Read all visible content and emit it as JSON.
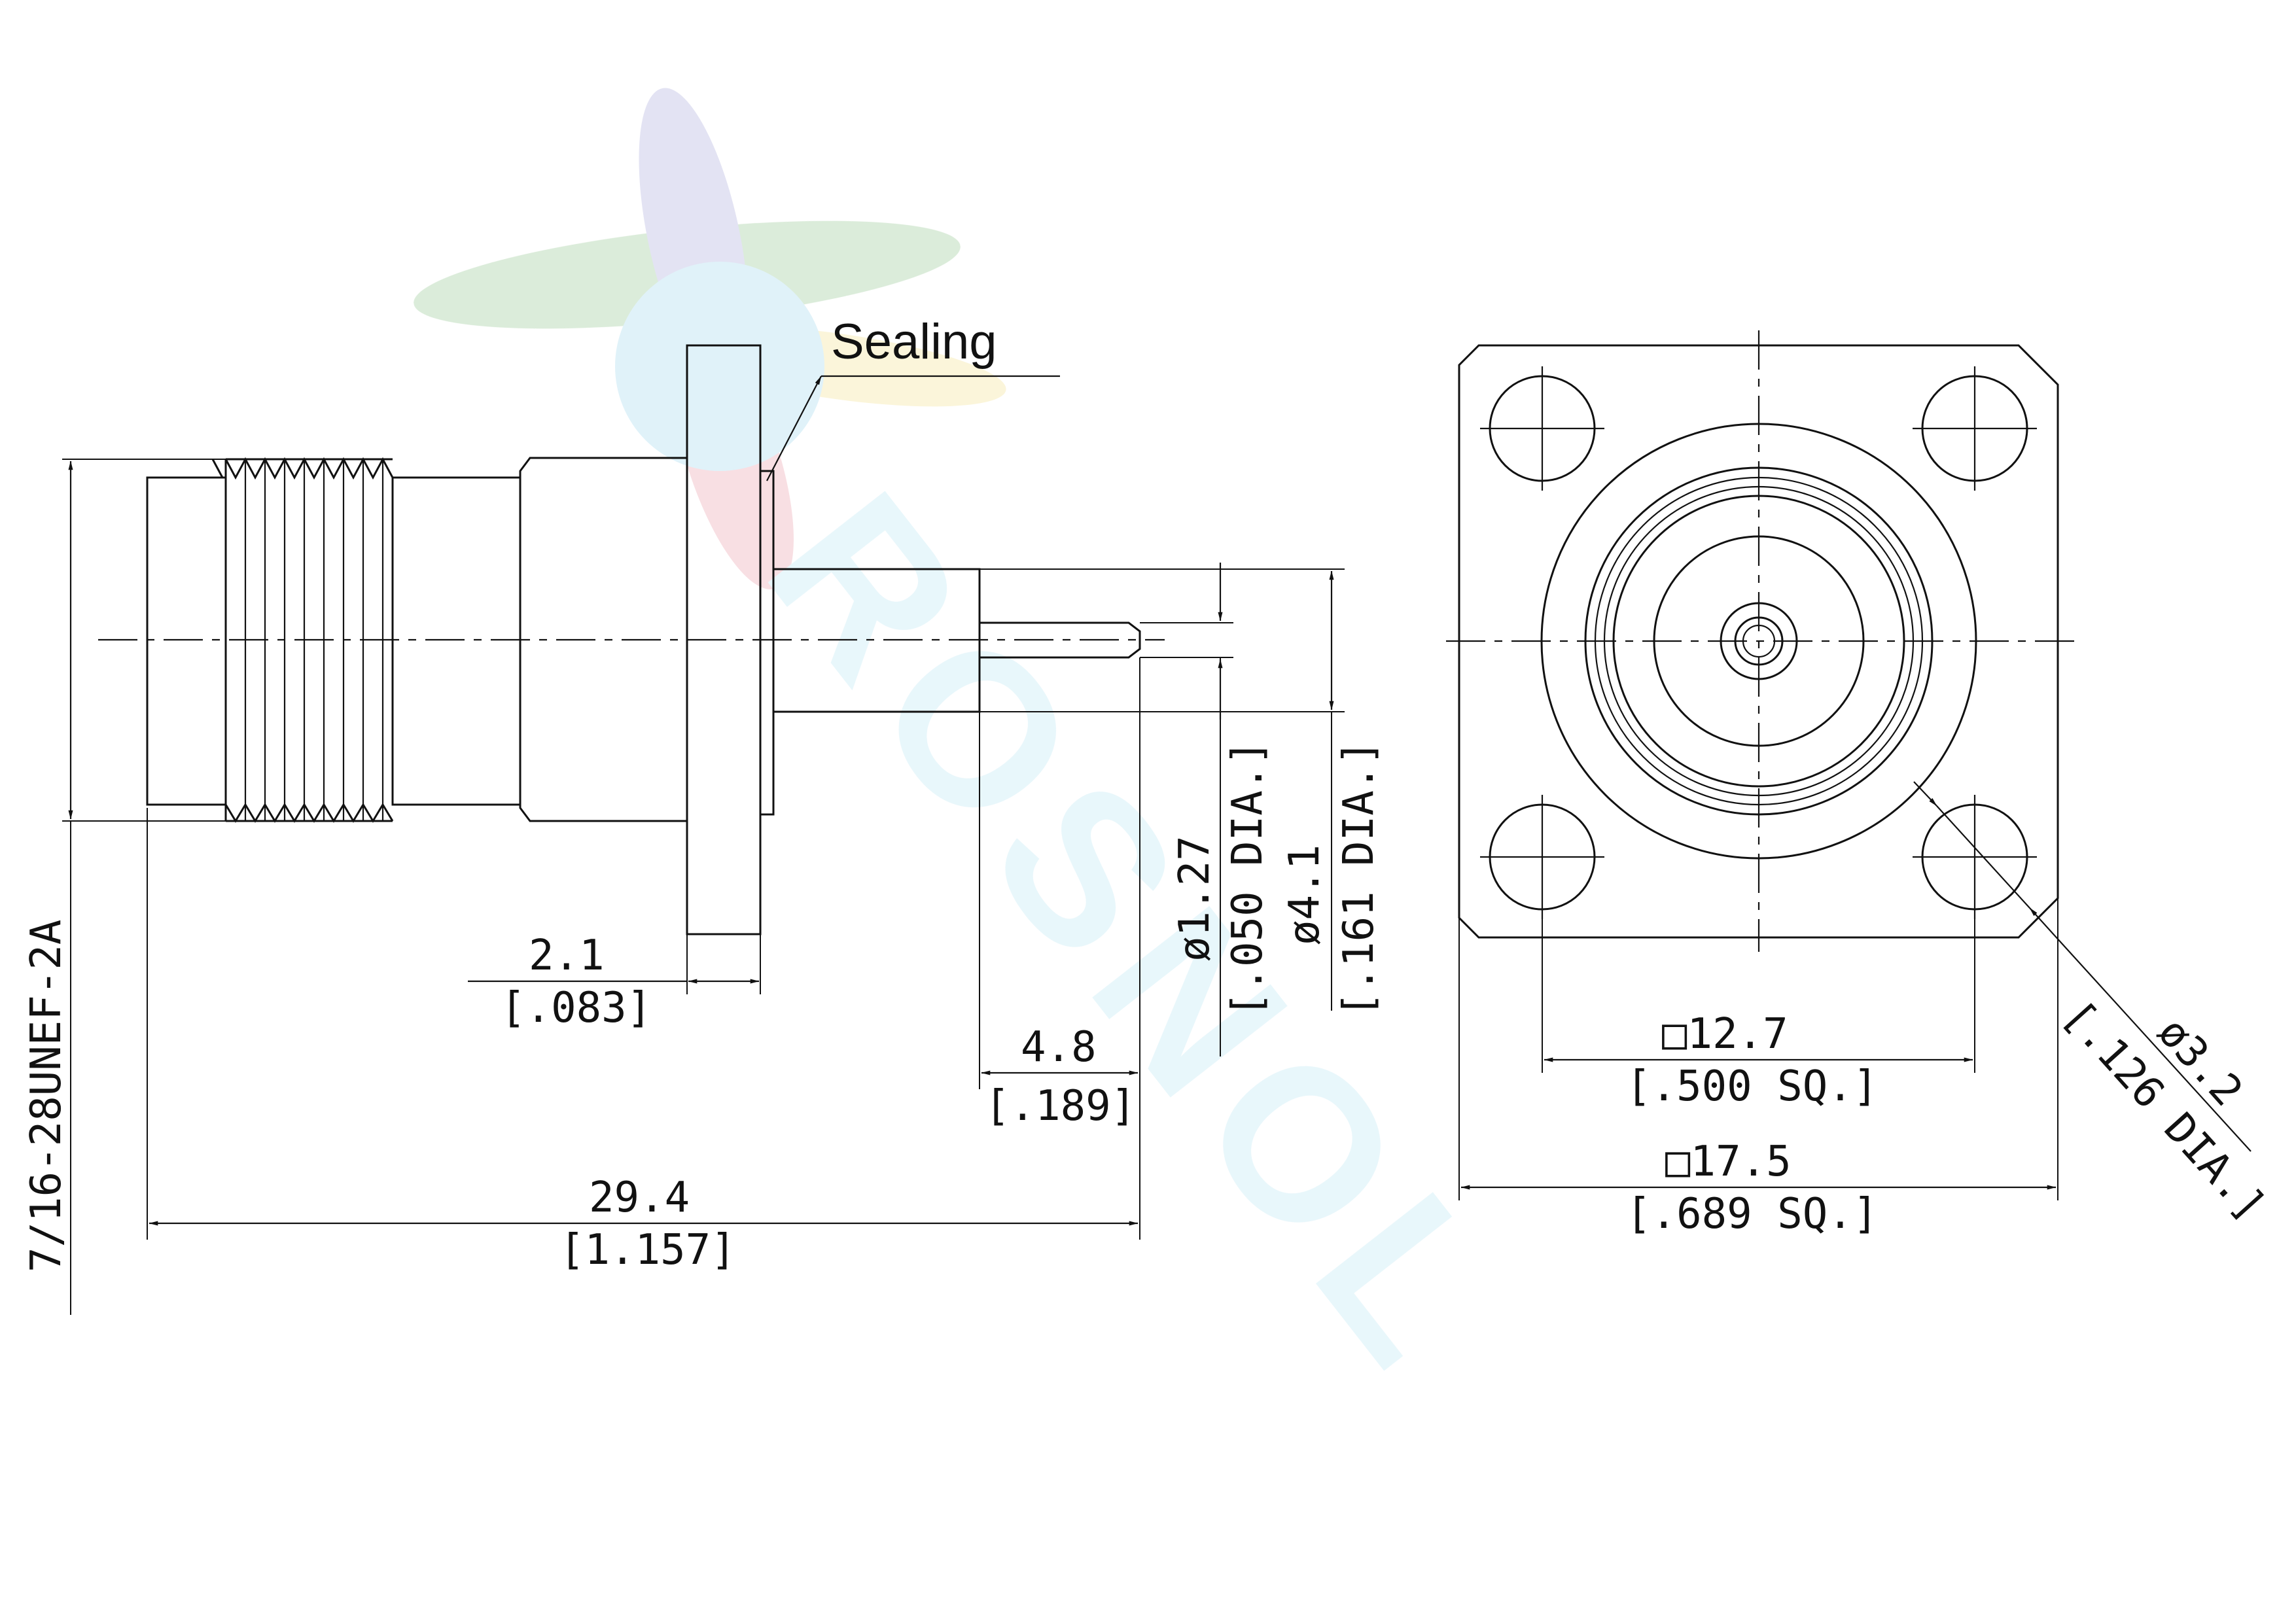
{
  "callouts": {
    "sealing": "Sealing"
  },
  "watermark": {
    "brand_text": "ROSNOL"
  },
  "side_view": {
    "thread": "7/16-28UNEF-2A",
    "flange_thickness_mm": "2.1",
    "flange_thickness_in": "[.083]",
    "pin_length_mm": "4.8",
    "pin_length_in": "[.189]",
    "overall_length_mm": "29.4",
    "overall_length_in": "[1.157]",
    "pin_dia_mm": "ø1.27",
    "pin_dia_in": "[.050 DIA.]",
    "insulator_dia_mm": "ø4.1",
    "insulator_dia_in": "[.161 DIA.]"
  },
  "front_view": {
    "hole_spacing_mm": "□12.7",
    "hole_spacing_in": "[.500 SQ.]",
    "flange_size_mm": "□17.5",
    "flange_size_in": "[.689 SQ.]",
    "hole_dia_mm": "ø3.2",
    "hole_dia_in": "[.126 DIA.]"
  }
}
